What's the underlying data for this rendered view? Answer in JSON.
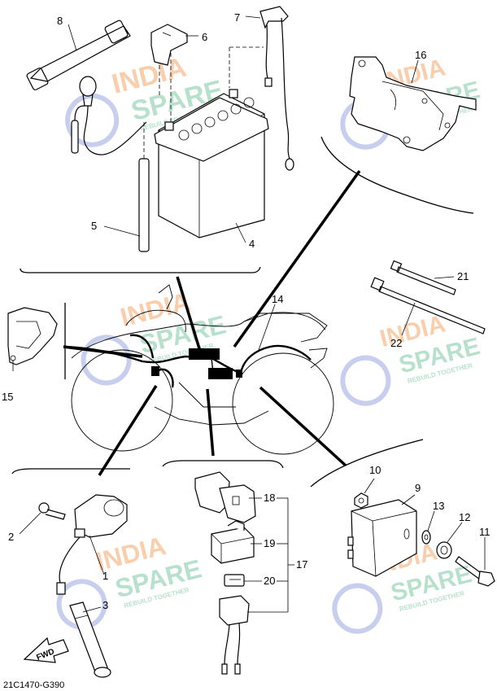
{
  "diagram_code": "21C1470-G390",
  "fwd_label": "FWD",
  "watermark": {
    "line1": "INDIA",
    "line2": "SPARE",
    "tagline": "REBUILD TOGETHER",
    "color_orange": "#f5a66a",
    "color_green": "#7cc9a4",
    "color_blue": "#9aa6e0"
  },
  "callouts": {
    "c1": "1",
    "c2": "2",
    "c3": "3",
    "c4": "4",
    "c5": "5",
    "c6": "6",
    "c7": "7",
    "c8": "8",
    "c9": "9",
    "c10": "10",
    "c11": "11",
    "c12": "12",
    "c13": "13",
    "c14": "14",
    "c15": "15",
    "c16": "16",
    "c17": "17",
    "c18": "18",
    "c19": "19",
    "c20": "20",
    "c21": "21",
    "c22": "22"
  }
}
